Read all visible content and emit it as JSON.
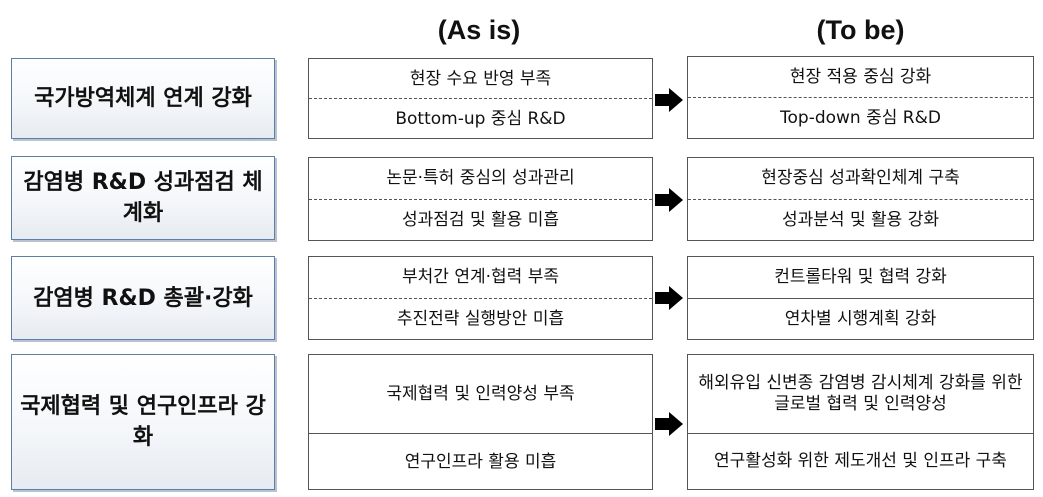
{
  "headers": {
    "as_is": "(As  is)",
    "to_be": "(To  be)"
  },
  "rows": [
    {
      "label": "국가방역체계 연계 강화",
      "as_is": [
        "현장 수요 반영 부족",
        "Bottom-up 중심 R&D"
      ],
      "to_be": [
        "현장 적용 중심 강화",
        "Top-down 중심 R&D"
      ]
    },
    {
      "label": "감염병 R&D 성과점검 체계화",
      "as_is": [
        "논문·특허 중심의 성과관리",
        "성과점검 및 활용 미흡"
      ],
      "to_be": [
        "현장중심 성과확인체계 구축",
        "성과분석 및 활용 강화"
      ]
    },
    {
      "label": "감염병 R&D 총괄·강화",
      "as_is": [
        "부처간 연계·협력 부족",
        "추진전략 실행방안 미흡"
      ],
      "to_be": [
        "컨트롤타워 및 협력 강화",
        "연차별 시행계획 강화"
      ]
    },
    {
      "label": "국제협력 및 연구인프라 강화",
      "as_is": [
        "국제협력 및 인력양성 부족",
        "연구인프라 활용 미흡"
      ],
      "to_be": [
        "해외유입 신변종 감염병 감시체계 강화를 위한 글로벌 협력 및 인력양성",
        "연구활성화 위한 제도개선 및 인프라 구축"
      ]
    }
  ],
  "icons": {
    "arrow": "right-arrow-icon"
  },
  "colors": {
    "label_border": "#5b7fa6",
    "label_bg_end": "#e6ebf1",
    "box_border": "#555555",
    "arrow": "#000000"
  }
}
